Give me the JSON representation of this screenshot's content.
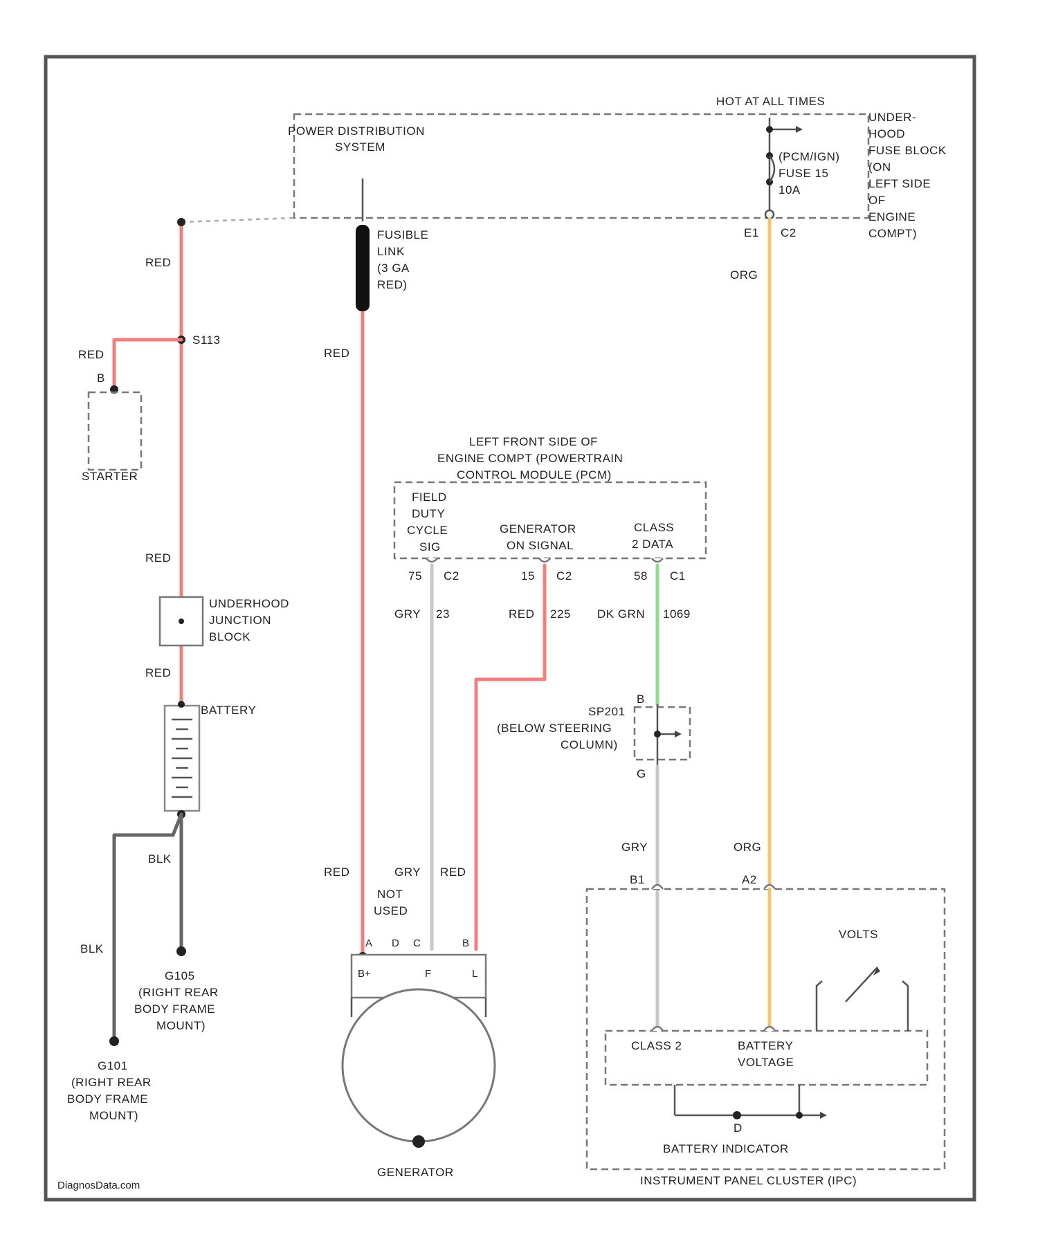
{
  "power_distribution": {
    "title_line1": "POWER DISTRIBUTION",
    "title_line2": "SYSTEM",
    "hot_label": "HOT AT ALL TIMES",
    "underhood_fuse_block": [
      "UNDER-",
      "HOOD",
      "FUSE BLOCK",
      "(ON",
      "LEFT SIDE",
      "OF",
      "ENGINE",
      "COMPT)"
    ],
    "fuse": [
      "(PCM/IGN)",
      "FUSE 15",
      "10A"
    ],
    "connector_e1": "E1",
    "connector_c2": "C2"
  },
  "fusible_link": [
    "FUSIBLE",
    "LINK",
    "(3 GA",
    "RED)"
  ],
  "wire_colors": {
    "red": "RED",
    "org": "ORG",
    "gry": "GRY",
    "blk": "BLK",
    "dk_grn": "DK GRN"
  },
  "splice_s113": "S113",
  "starter": {
    "label": "STARTER",
    "pin": "B"
  },
  "underhood_junction_block": [
    "UNDERHOOD",
    "JUNCTION",
    "BLOCK"
  ],
  "battery": "BATTERY",
  "grounds": {
    "g105": [
      "G105",
      "(RIGHT REAR",
      "BODY FRAME",
      "MOUNT)"
    ],
    "g101": [
      "G101",
      "(RIGHT REAR",
      "BODY FRAME",
      "MOUNT)"
    ]
  },
  "pcm": {
    "location": [
      "LEFT FRONT SIDE OF",
      "ENGINE COMPT (POWERTRAIN",
      "CONTROL MODULE (PCM)"
    ],
    "field_duty": [
      "FIELD",
      "DUTY",
      "CYCLE",
      "SIG"
    ],
    "gen_on": [
      "GENERATOR",
      "ON SIGNAL"
    ],
    "class2": [
      "CLASS",
      "2 DATA"
    ],
    "pin_field": "75",
    "pin_gen": "15",
    "pin_class2": "58",
    "conn_field": "C2",
    "conn_gen": "C2",
    "conn_class2": "C1",
    "circuit_field": "23",
    "circuit_gen": "225",
    "circuit_class2": "1069"
  },
  "splice_pack": {
    "name": [
      "SP201",
      "(BELOW STEERING",
      "COLUMN)"
    ],
    "pin_top": "B",
    "pin_bottom": "G"
  },
  "generator": {
    "label": "GENERATOR",
    "not_used": [
      "NOT",
      "USED"
    ],
    "pins_top": [
      "A",
      "D",
      "C",
      "B"
    ],
    "pins_bottom": [
      "B+",
      "F",
      "L"
    ]
  },
  "ipc": {
    "label": "INSTRUMENT PANEL CLUSTER (IPC)",
    "pin_b1": "B1",
    "pin_a2": "A2",
    "volts": "VOLTS",
    "class2": "CLASS 2",
    "battery_voltage": [
      "BATTERY",
      "VOLTAGE"
    ],
    "battery_indicator": "BATTERY INDICATOR",
    "pin_d": "D"
  },
  "watermark": "DiagnosData.com"
}
